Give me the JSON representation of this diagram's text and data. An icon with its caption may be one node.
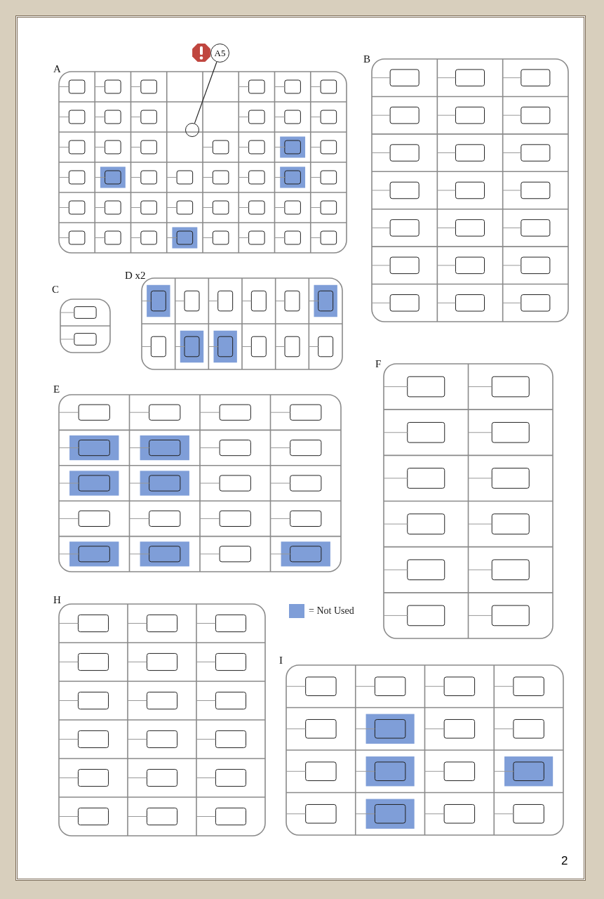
{
  "diagram": {
    "nodes": [
      {
        "text": [
          "A"
        ]
      },
      {
        "text": [
          "A5"
        ]
      },
      {
        "text": [],
        "shape": "circle",
        "in": 0
      },
      {
        "text": [
          "B"
        ]
      },
      {
        "text": [
          "C"
        ]
      },
      {
        "text": [
          "D x2"
        ]
      },
      {
        "text": [
          "E"
        ]
      },
      {
        "text": [
          "F"
        ]
      },
      {
        "text": [
          "H"
        ]
      },
      {
        "text": [
          "I"
        ]
      }
    ],
    "edges": [
      {
        "from": 1,
        "to": 2,
        "arrow": "none"
      }
    ],
    "labels": [
      "2"
    ],
    "legend": [
      {
        "text": "= Not Used",
        "color": "#7f9ed8"
      }
    ]
  }
}
